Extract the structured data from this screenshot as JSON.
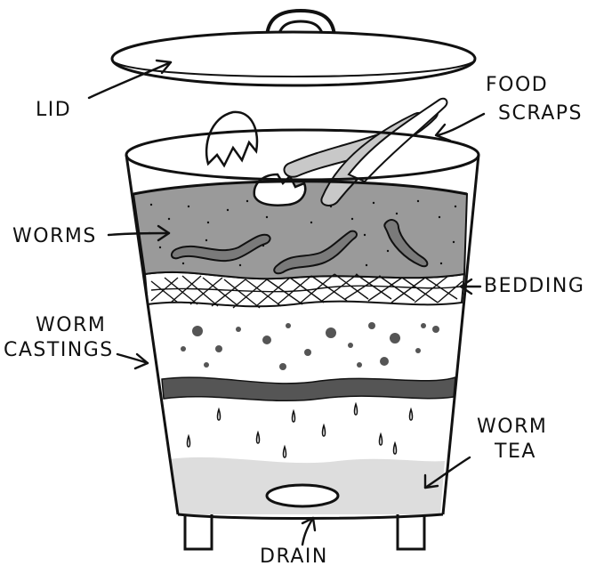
{
  "labels": {
    "lid": "LID",
    "food_scraps_line1": "FOOD",
    "food_scraps_line2": "SCRAPS",
    "worms": "WORMS",
    "bedding": "BEDDING",
    "worm_castings_line1": "WORM",
    "worm_castings_line2": "CASTINGS",
    "worm_tea_line1": "WORM",
    "worm_tea_line2": "TEA",
    "drain": "DRAIN"
  },
  "colors": {
    "ink": "#111111",
    "worm_layer": "#9a9a9a",
    "worm_body": "#7a7a7a",
    "castings_band": "#555555",
    "tea_layer": "#dddddd",
    "peel": "#c8c8c8"
  }
}
